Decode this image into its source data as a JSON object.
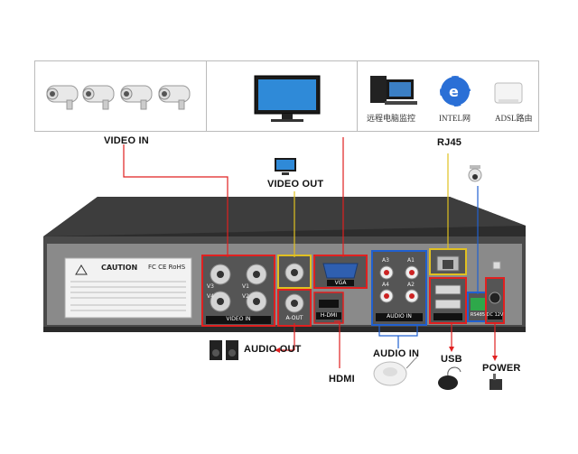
{
  "labels": {
    "video_in_top": "VIDEO IN",
    "rj45": "RJ45",
    "video_out": "VIDEO OUT",
    "audio_out": "AUDIO OUT",
    "hdmi": "HDMI",
    "audio_in": "AUDIO IN",
    "usb": "USB",
    "power": "POWER"
  },
  "top_devices": {
    "remote_monitor": "远程电脑监控",
    "intel": "INTEL网",
    "adsl": "ADSL路由"
  },
  "panel": {
    "caution": "CAUTION",
    "cert_marks": "FC  CE  RoHS",
    "video_in": "VIDEO IN",
    "a_out": "A-OUT",
    "vga": "VGA",
    "hdmi": "H-DMI",
    "audio_in": "AUDIO IN",
    "rs485": "RS485",
    "dc12v": "DC 12V",
    "bnc_labels": [
      "V3",
      "V1",
      "V4",
      "V2"
    ],
    "audio_labels": [
      "A3",
      "A1",
      "A4",
      "A2"
    ]
  },
  "colors": {
    "red": "#e02020",
    "yellow": "#e0c020",
    "blue": "#2060d0",
    "device_body": "#3a3a3a"
  }
}
